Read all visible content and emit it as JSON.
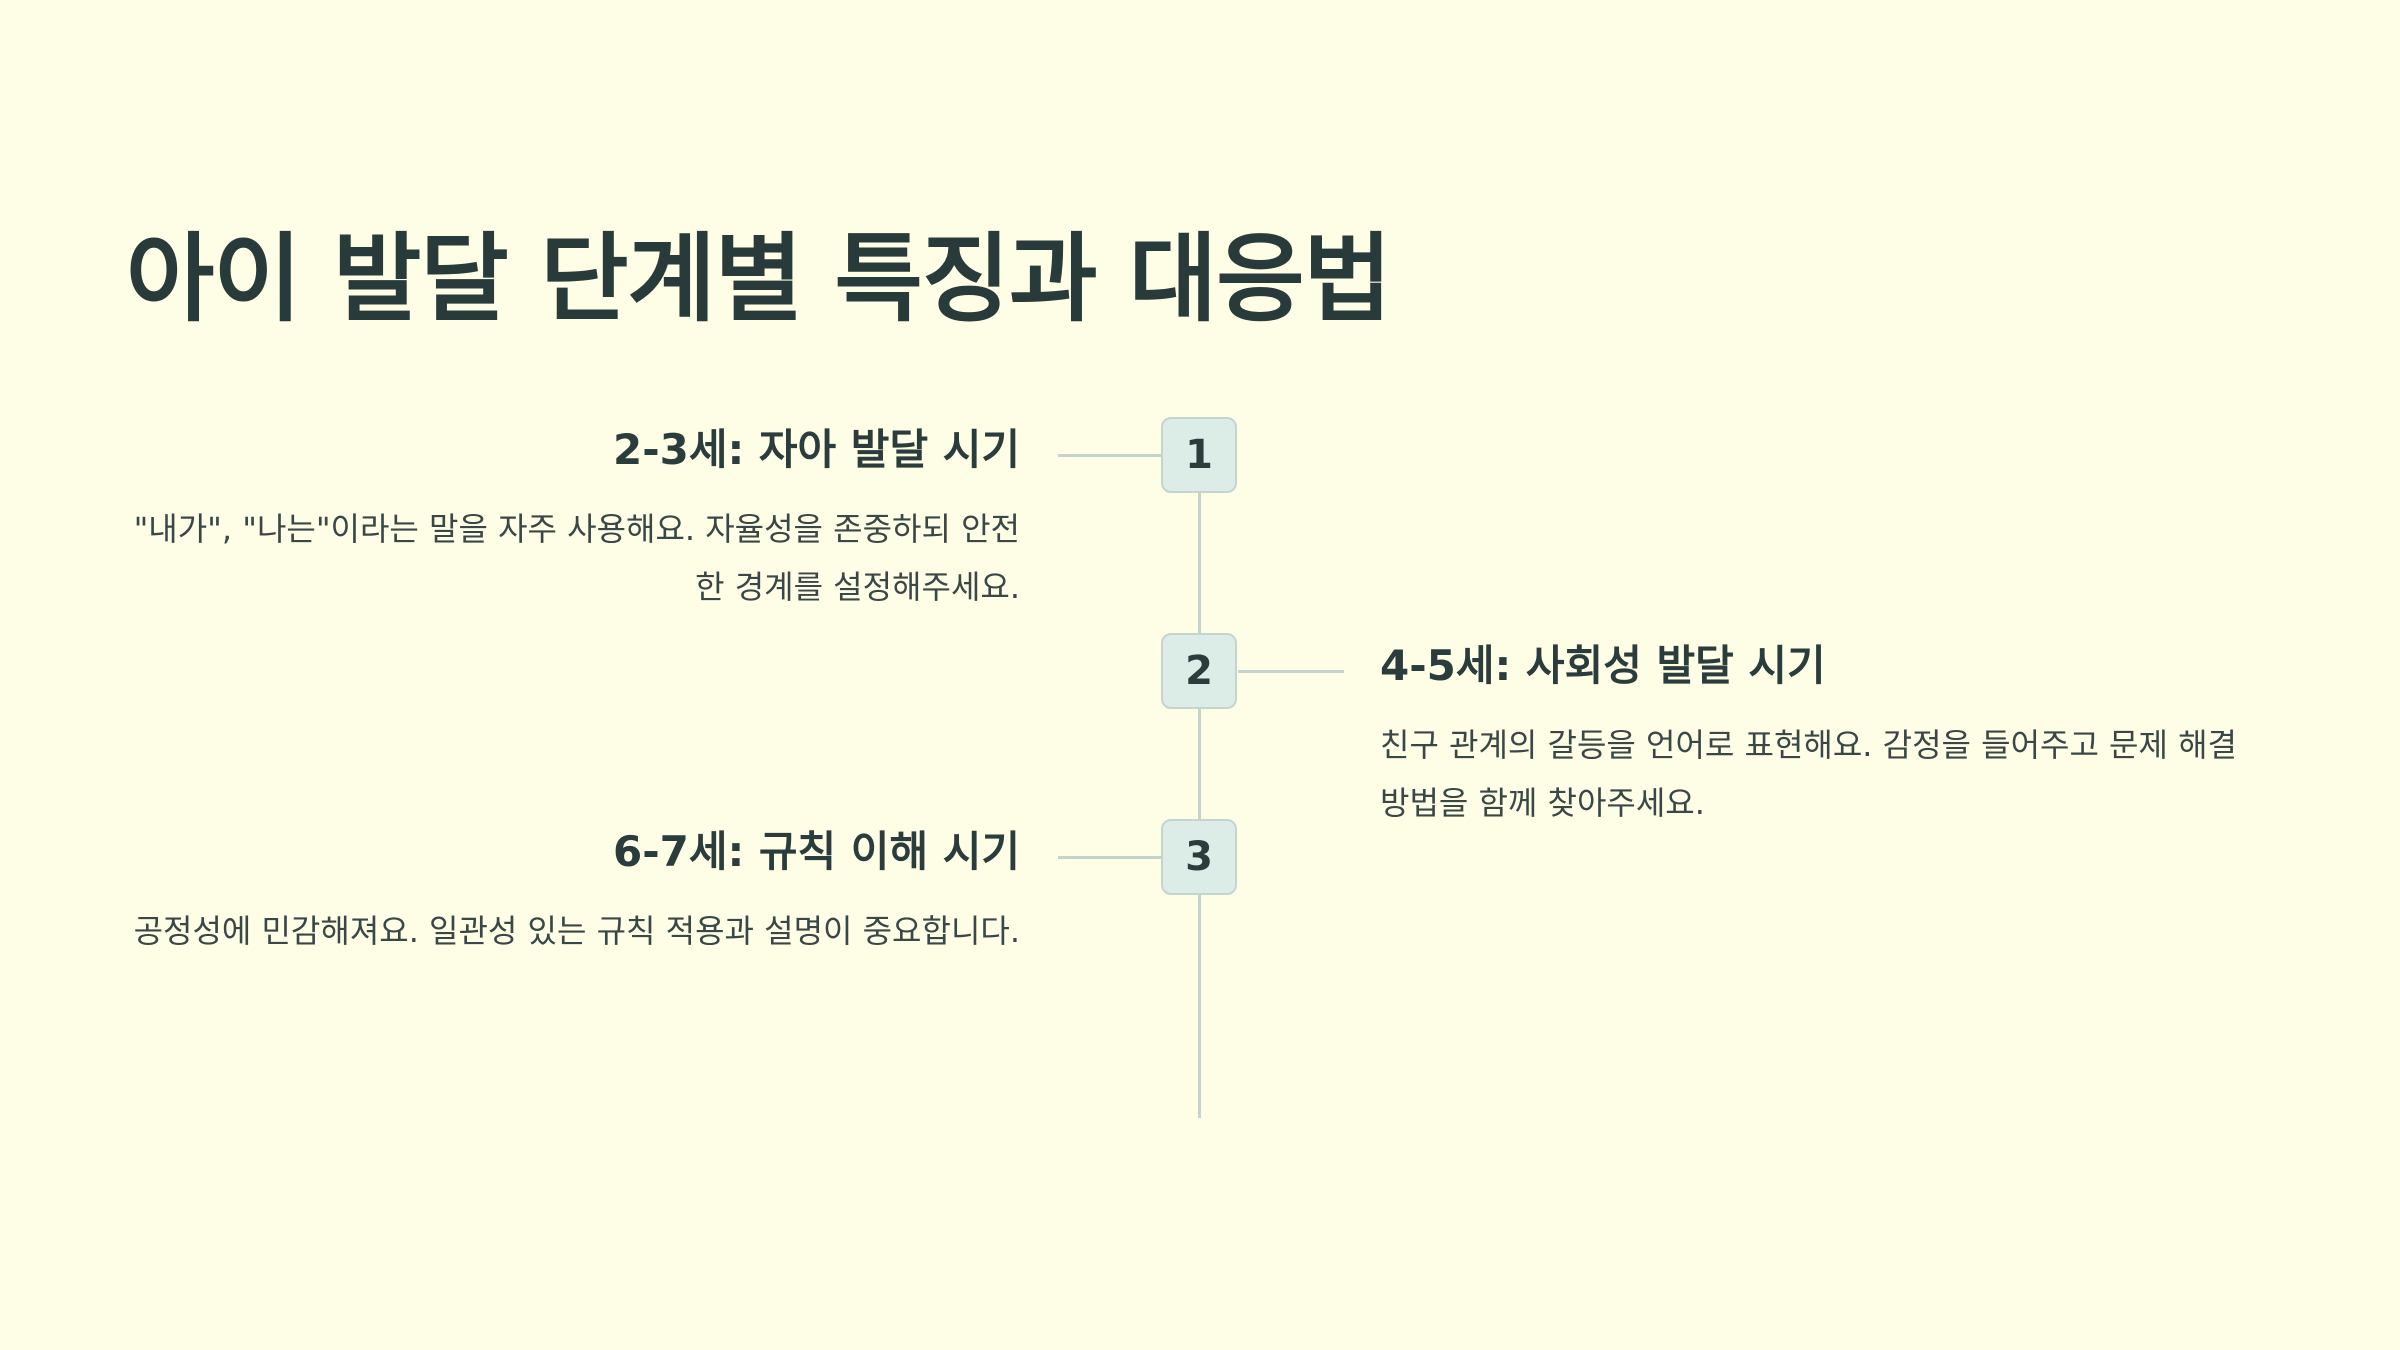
{
  "slide": {
    "title": "아이 발달 단계별 특징과 대응법",
    "steps": [
      {
        "number": "1",
        "title": "2-3세: 자아 발달 시기",
        "description": "\"내가\", \"나는\"이라는 말을 자주 사용해요. 자율성을 존중하되 안전한 경계를 설정해주세요.",
        "side": "left"
      },
      {
        "number": "2",
        "title": "4-5세: 사회성 발달 시기",
        "description": "친구 관계의 갈등을 언어로 표현해요. 감정을 들어주고 문제 해결 방법을 함께 찾아주세요.",
        "side": "right"
      },
      {
        "number": "3",
        "title": "6-7세: 규칙 이해 시기",
        "description": "공정성에 민감해져요. 일관성 있는 규칙 적용과 설명이 중요합니다.",
        "side": "left"
      }
    ],
    "colors": {
      "background": "#fefde6",
      "text": "#2b3c3c",
      "marker_fill": "#dcece6",
      "line": "#c5d3cd"
    }
  }
}
